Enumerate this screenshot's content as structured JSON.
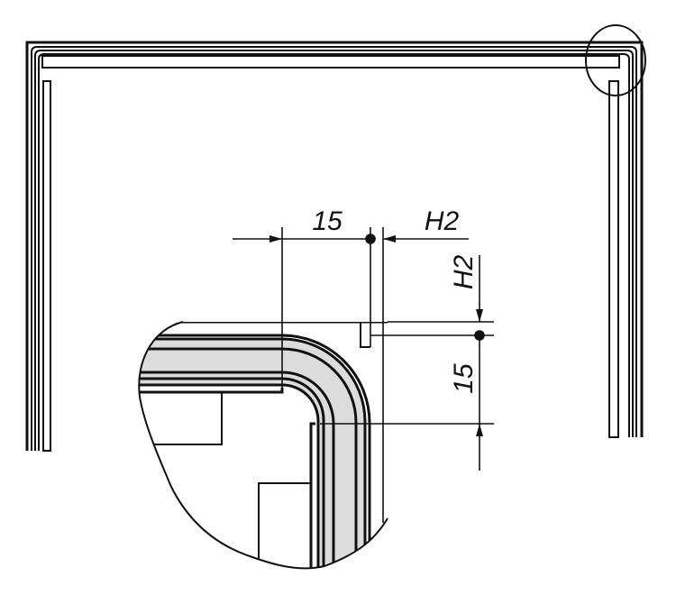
{
  "diagram": {
    "dimensions": {
      "horizontal_offset_label": "15",
      "horizontal_thickness_label": "H2",
      "vertical_thickness_label": "H2",
      "vertical_offset_label": "15"
    },
    "colors": {
      "line": "#111111",
      "profile_fill": "#dcdcdc"
    }
  }
}
